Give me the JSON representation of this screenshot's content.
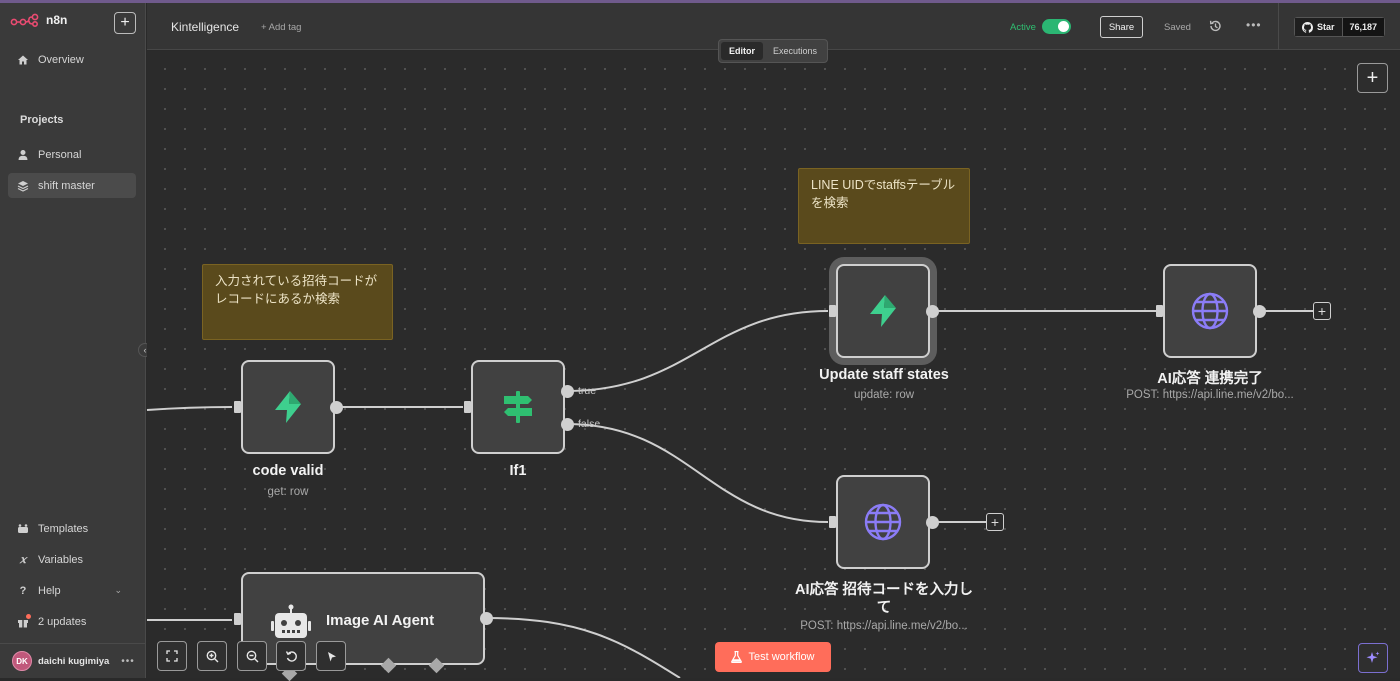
{
  "brand": {
    "name": "n8n",
    "accent": "#ea4b71"
  },
  "sidebar": {
    "overview": "Overview",
    "projects_heading": "Projects",
    "projects": [
      {
        "label": "Personal",
        "icon": "user-icon"
      },
      {
        "label": "shift master",
        "icon": "layers-icon",
        "active": true
      }
    ],
    "bottom": [
      {
        "label": "Templates",
        "icon": "templates-icon"
      },
      {
        "label": "Variables",
        "icon": "variables-icon"
      },
      {
        "label": "Help",
        "icon": "help-icon"
      },
      {
        "label": "2 updates",
        "icon": "gift-icon"
      }
    ],
    "user": {
      "initials": "DK",
      "name": "daichi kugimiya"
    }
  },
  "header": {
    "workflow_name": "Kintelligence",
    "add_tag": "+ Add tag",
    "active_label": "Active",
    "share": "Share",
    "saved": "Saved",
    "github_star": "Star",
    "github_count": "76,187"
  },
  "tabs": {
    "editor": "Editor",
    "executions": "Executions"
  },
  "sticky_notes": {
    "note1": "入力されている招待コードがレコードにあるか検索",
    "note2": "LINE UIDでstaffsテーブルを検索"
  },
  "nodes": {
    "code_valid": {
      "title": "code valid",
      "subtitle": "get: row",
      "icon": "supabase-icon"
    },
    "if1": {
      "title": "If1",
      "true_label": "true",
      "false_label": "false",
      "icon": "if-icon"
    },
    "update_staff": {
      "title": "Update staff states",
      "subtitle": "update: row",
      "icon": "supabase-icon"
    },
    "ai_complete": {
      "title": "AI応答 連携完了",
      "subtitle": "POST: https://api.line.me/v2/bo...",
      "icon": "globe-icon"
    },
    "ai_invite": {
      "title_line1": "AI応答 招待コードを入力し",
      "title_line2": "て",
      "subtitle": "POST: https://api.line.me/v2/bo...",
      "icon": "globe-icon"
    },
    "image_agent": {
      "title": "Image AI Agent",
      "icon": "robot-icon"
    }
  },
  "footer": {
    "test_workflow": "Test workflow"
  },
  "colors": {
    "active_green": "#2bb673",
    "test_button": "#ff6d5a",
    "supabase_green": "#3ecf8e",
    "http_purple": "#8b7cf6"
  }
}
